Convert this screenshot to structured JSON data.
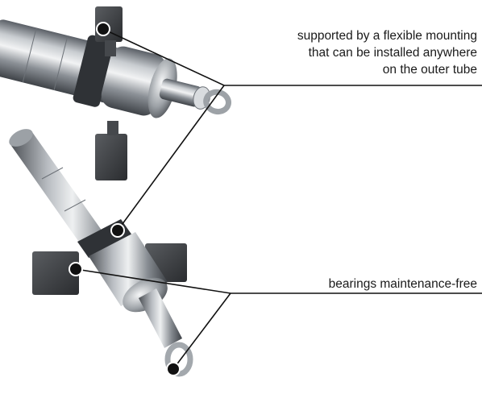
{
  "annotations": {
    "mounting": {
      "lines": [
        "supported by a flexible mounting",
        "that can be installed anywhere",
        "on the outer tube"
      ]
    },
    "bearings": {
      "lines": [
        "bearings maintenance-free"
      ]
    }
  },
  "colors": {
    "background": "#ffffff",
    "steel_light": "#e4e6e8",
    "steel_dark": "#5d6268",
    "mount_block": "#3a3c3f",
    "leader_line": "#111111",
    "marker": "#111111"
  }
}
